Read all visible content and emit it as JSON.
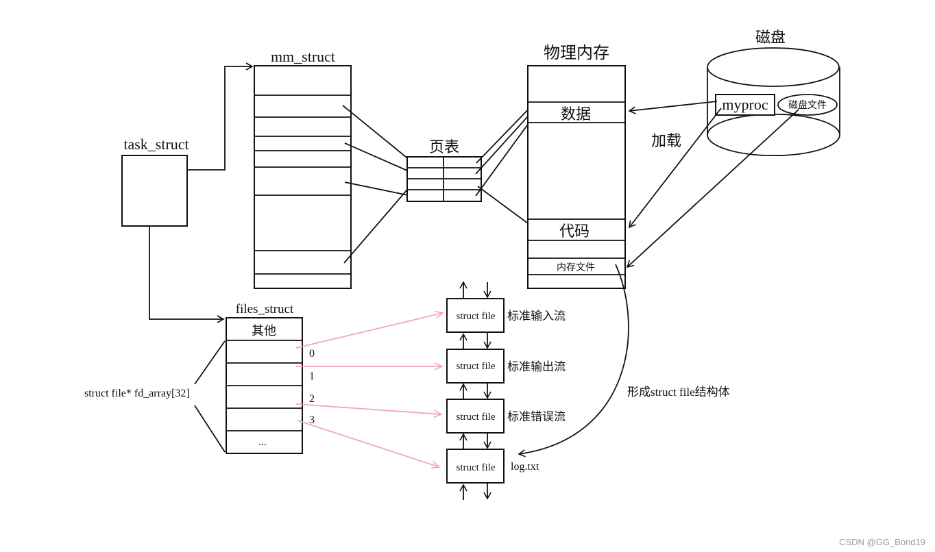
{
  "task_struct": {
    "title": "task_struct"
  },
  "mm_struct": {
    "title": "mm_struct"
  },
  "page_table": {
    "title": "页表"
  },
  "physical_memory": {
    "title": "物理内存",
    "data_label": "数据",
    "code_label": "代码",
    "mem_file_label": "内存文件"
  },
  "disk": {
    "title": "磁盘",
    "myproc_label": "myproc",
    "disk_file_label": "磁盘文件"
  },
  "load_label": "加载",
  "form_struct_label": "形成struct file结构体",
  "files_struct": {
    "title": "files_struct",
    "other_label": "其他",
    "ellipsis_label": "...",
    "fd_array_label": "struct file* fd_array[32]",
    "indices": [
      "0",
      "1",
      "2",
      "3"
    ]
  },
  "struct_files": [
    {
      "box_label": "struct file",
      "desc": "标准输入流"
    },
    {
      "box_label": "struct file",
      "desc": "标准输出流"
    },
    {
      "box_label": "struct file",
      "desc": "标准错误流"
    },
    {
      "box_label": "struct file",
      "desc": "log.txt"
    }
  ],
  "watermark": "CSDN @GG_Bond19",
  "colors": {
    "pointer_arrow": "#f4a3c0",
    "line": "#111111"
  }
}
